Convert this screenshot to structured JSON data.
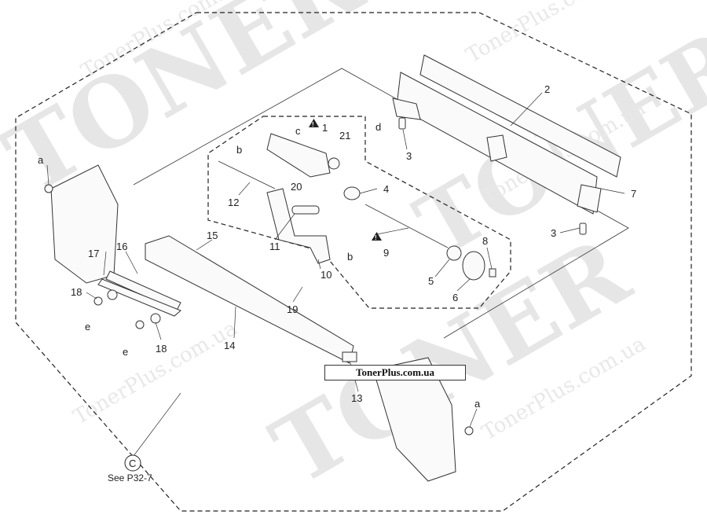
{
  "watermark": {
    "brand": "TONER",
    "site": "TonerPlus.com.ua"
  },
  "site_box": "TonerPlus.com.ua",
  "reference": {
    "symbol": "C",
    "note": "See P32-7"
  },
  "labels": {
    "p1": "1",
    "p2": "2",
    "p3a": "3",
    "p3b": "3",
    "p4": "4",
    "p5": "5",
    "p6": "6",
    "p7": "7",
    "p8": "8",
    "p9": "9",
    "p10": "10",
    "p11": "11",
    "p12": "12",
    "p13": "13",
    "p14": "14",
    "p15": "15",
    "p16": "16",
    "p17": "17",
    "p18a": "18",
    "p18b": "18",
    "p19": "19",
    "p20": "20",
    "p21": "21",
    "a1": "a",
    "a2": "a",
    "b1": "b",
    "b2": "b",
    "c": "c",
    "d": "d",
    "e1": "e",
    "e2": "e"
  },
  "warning_symbol": "!"
}
